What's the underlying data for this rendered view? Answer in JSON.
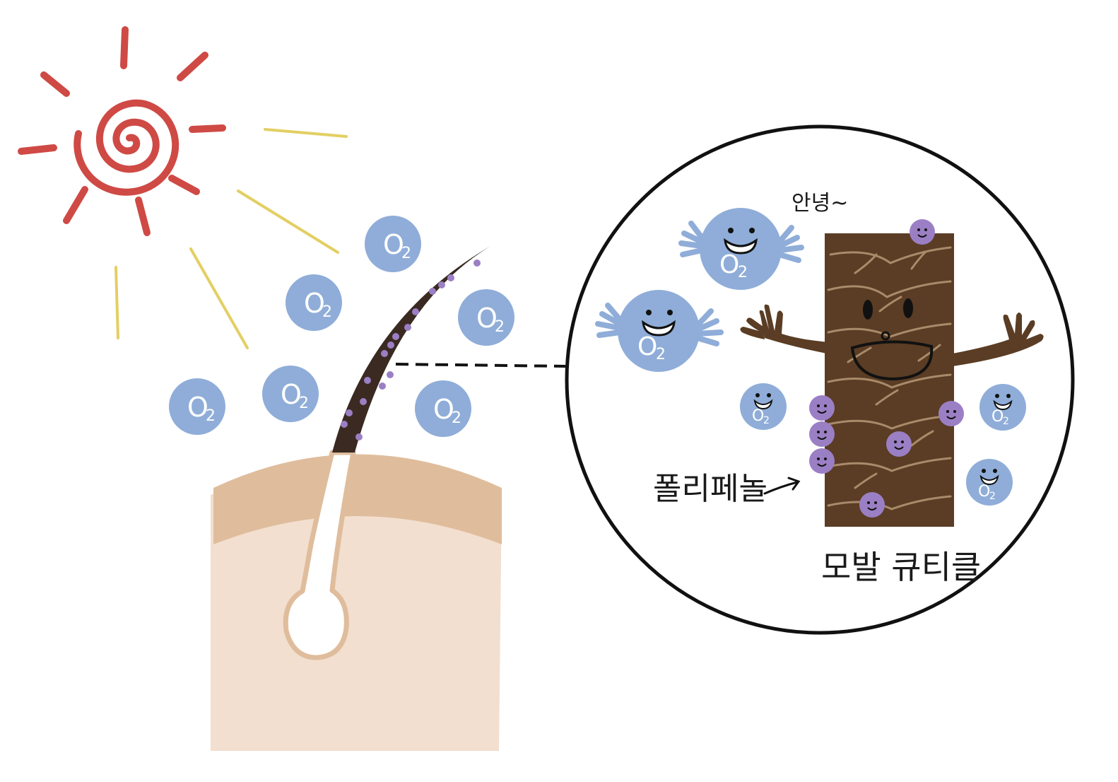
{
  "labels": {
    "greeting": "안녕~",
    "polyphenol": "폴리페놀",
    "cuticle": "모발 큐티클"
  },
  "o2_symbol": {
    "letter": "O",
    "subscript": "2"
  },
  "icons": [
    "sun-icon",
    "oxygen-molecule-icon",
    "hair-strand-icon",
    "skin-cross-section-icon",
    "cuticle-character-icon",
    "polyphenol-dot-icon",
    "magnifier-circle-icon"
  ],
  "colors": {
    "sun": "#cf4a45",
    "sunray": "#e3cf63",
    "oxygen": "#8fadd8",
    "hair": "#3a2a22",
    "polyphenol": "#9b7fc4",
    "cuticle": "#5a3d24",
    "cuticle_line": "#a98a6a",
    "skin_top": "#dfbd9c",
    "skin_bottom": "#f3dfcf",
    "outline": "#111111"
  },
  "skin_layers": 2
}
